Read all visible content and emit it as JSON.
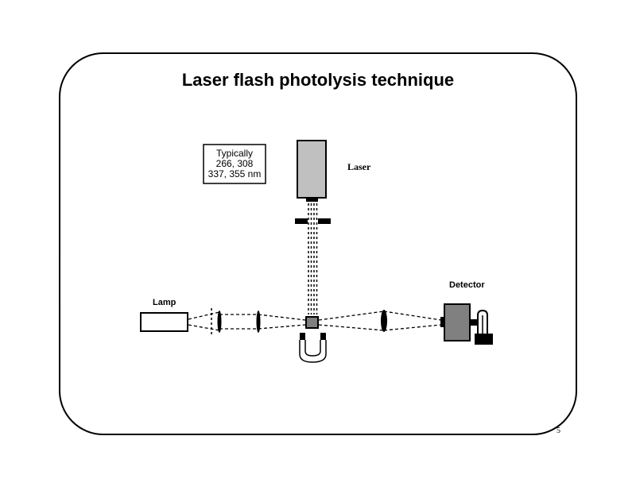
{
  "slide": {
    "title": "Laser flash photolysis technique",
    "page_number": "5"
  },
  "diagram": {
    "wavelength_note": [
      "Typically",
      "266, 308",
      "337, 355 nm"
    ],
    "labels": {
      "laser": "Laser",
      "lamp": "Lamp",
      "detector": "Detector"
    },
    "components": [
      "lamp",
      "aperture",
      "lens-1",
      "lens-2",
      "sample-cell",
      "magnet",
      "lens-3",
      "detector",
      "laser",
      "laser-shutter"
    ],
    "colors": {
      "laser_body": "#c0c0c0",
      "sample_cell": "#808080",
      "detector_body": "#808080",
      "stroke": "#000000"
    }
  }
}
